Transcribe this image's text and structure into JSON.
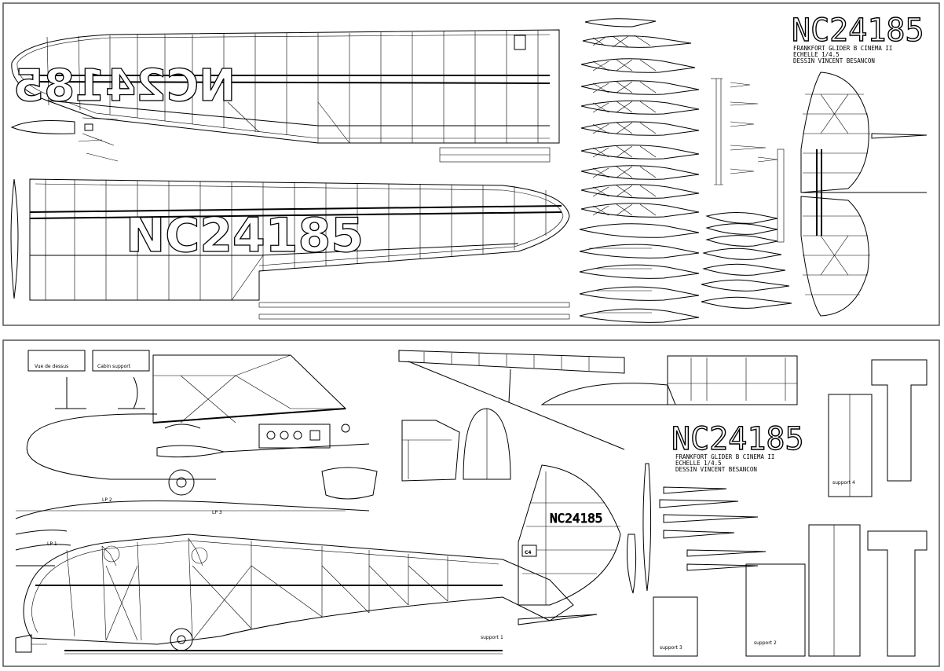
{
  "title_block_top": {
    "registration": "NC24185",
    "line1": "FRANKFORT GLIDER B CINEMA II",
    "line2": "ECHELLE 1/4.5",
    "line3": "DESSIN VINCENT BESANCON"
  },
  "title_block_bottom": {
    "registration": "NC24185",
    "line1": "FRANKFORT GLIDER B CINEMA II",
    "line2": "ECHELLE 1/4.5",
    "line3": "DESSIN VINCENT BESANCON"
  },
  "wing_markings": {
    "upper_wing_reg": "NC24185",
    "lower_wing_reg": "NC24185",
    "fin_reg": "NC24185",
    "rudder_label": "C4"
  },
  "part_labels": {
    "panel_left": "Vue de dessus",
    "panel_right": "Cabin support",
    "support_4": "support 4",
    "support_3": "support 3",
    "support_2": "support 2",
    "support_1": "support 1",
    "lp1": "LP 1",
    "lp2": "LP 2",
    "lp3": "LP 3"
  },
  "colors": {
    "ink": "#000000",
    "paper": "#ffffff",
    "frame": "#555555"
  }
}
